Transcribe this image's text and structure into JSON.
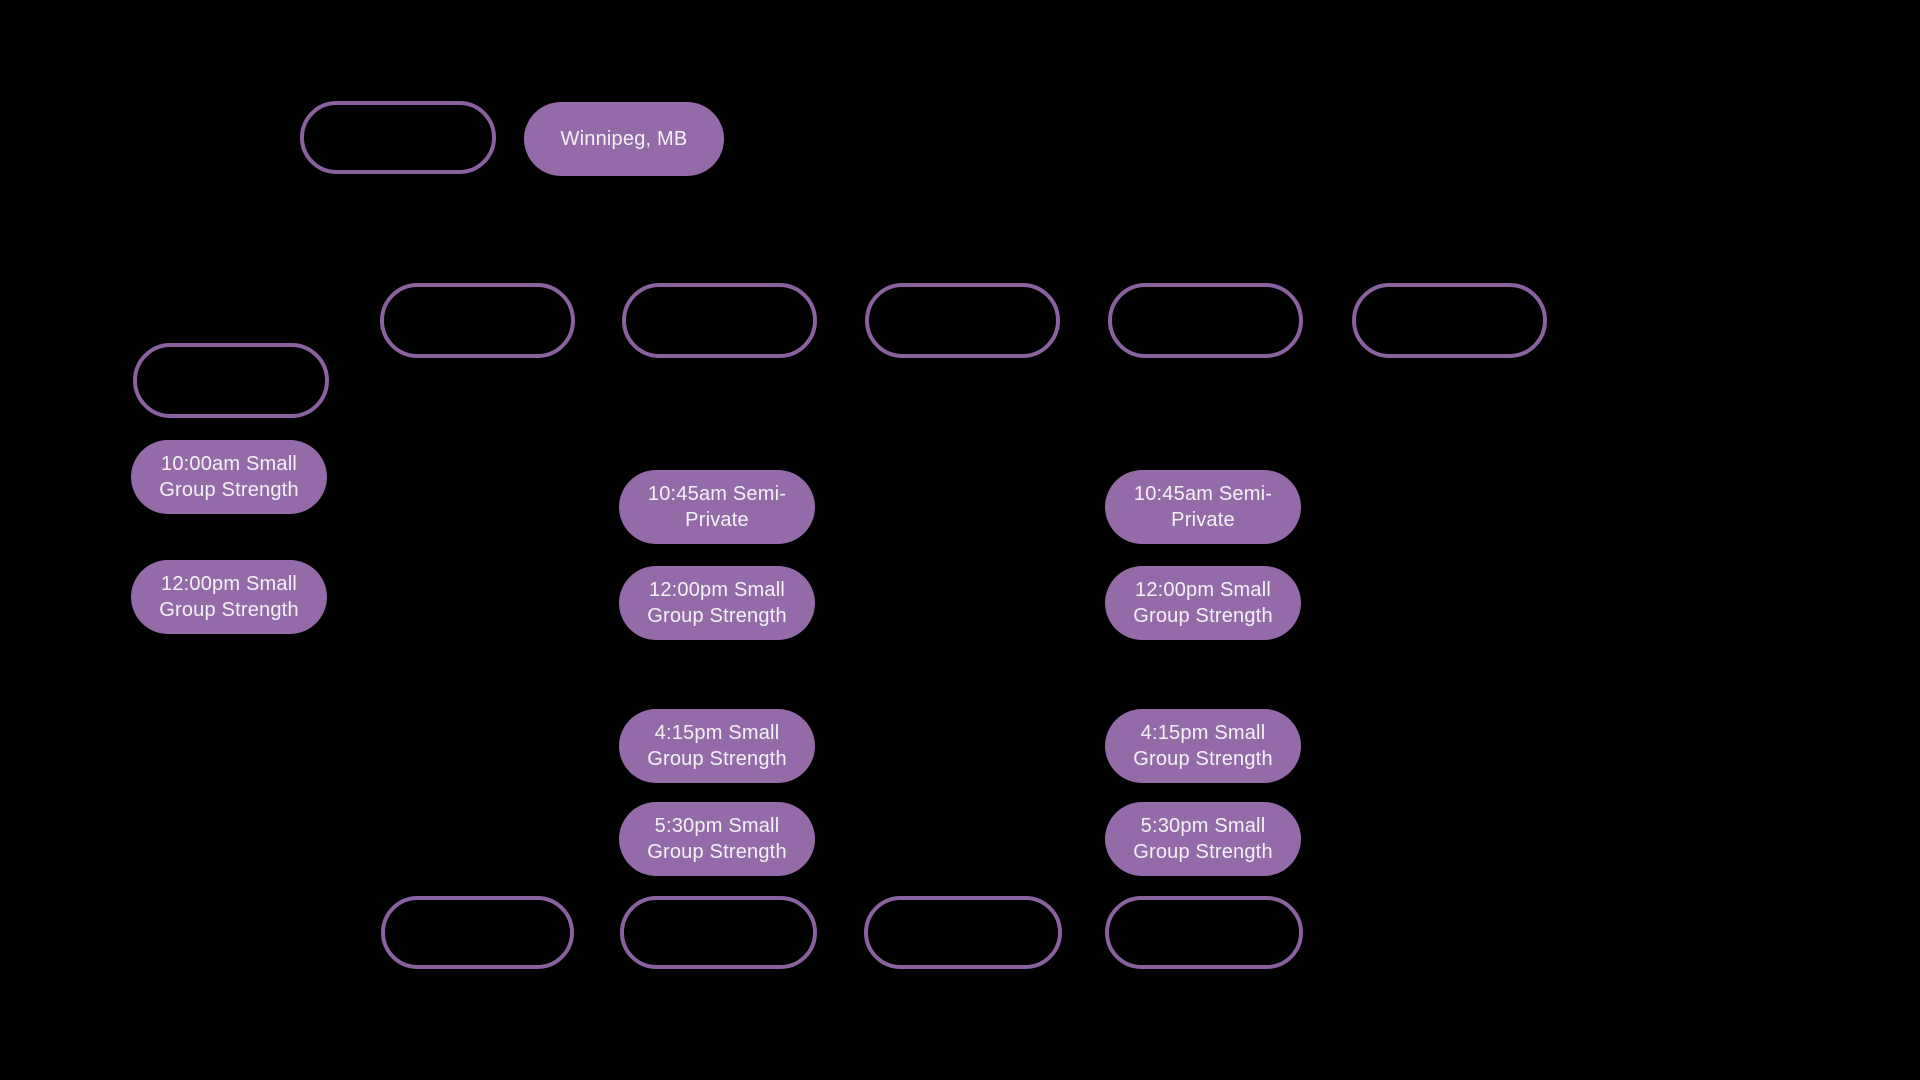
{
  "colors": {
    "background": "#000000",
    "pill_fill": "#946ba8",
    "pill_outline": "#8a62a0",
    "pill_text": "#f4f1f7"
  },
  "location_bar": {
    "selected_location": "Winnipeg, MB"
  },
  "schedule": {
    "left_column": [
      "10:00am Small Group Strength",
      "12:00pm Small Group Strength"
    ],
    "middle_column": [
      "10:45am Semi-Private",
      "12:00pm Small Group Strength",
      "4:15pm Small Group Strength",
      "5:30pm Small Group Strength"
    ],
    "right_column": [
      "10:45am Semi-Private",
      "12:00pm Small Group Strength",
      "4:15pm Small Group Strength",
      "5:30pm Small Group Strength"
    ]
  }
}
